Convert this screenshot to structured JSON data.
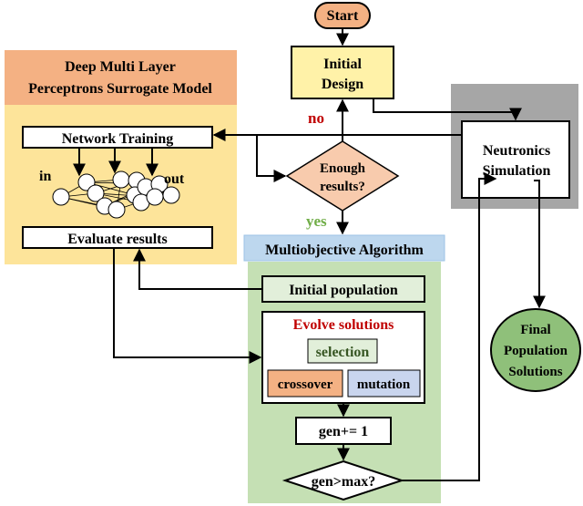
{
  "colors": {
    "start_fill": "#f4b183",
    "initial_design_fill": "#fff2a8",
    "surrogate_header_fill": "#f4b183",
    "surrogate_body_fill": "#fde49a",
    "mo_header_fill": "#bdd7ee",
    "mo_body_fill": "#c5e0b4",
    "diamond_fill": "#f8cbad",
    "neutronics_bg": "#a6a6a6",
    "final_fill": "#8fc07a",
    "selection_fill": "#e2efda",
    "crossover_fill": "#f4b183",
    "mutation_fill": "#c9d5ee",
    "evolve_color": "#c00000",
    "no_color": "#c00000",
    "yes_color": "#70ad47",
    "selection_color": "#375623"
  },
  "nodes": {
    "start": "Start",
    "initial_design": [
      "Initial",
      "Design"
    ],
    "enough_results": [
      "Enough",
      "results?"
    ],
    "surrogate_title": [
      "Deep Multi Layer",
      "Perceptrons Surrogate Model"
    ],
    "network_training": "Network Training",
    "evaluate_results": "Evaluate results",
    "nn_in": "in",
    "nn_out": "out",
    "neutronics": [
      "Neutronics",
      "Simulation"
    ],
    "mo_title": "Multiobjective Algorithm",
    "initial_population": "Initial population",
    "evolve_solutions": "Evolve solutions",
    "selection": "selection",
    "crossover": "crossover",
    "mutation": "mutation",
    "gen_increment": "gen+= 1",
    "gen_check": "gen>max?",
    "final": [
      "Final",
      "Population",
      "Solutions"
    ]
  },
  "labels": {
    "no": "no",
    "yes": "yes"
  }
}
